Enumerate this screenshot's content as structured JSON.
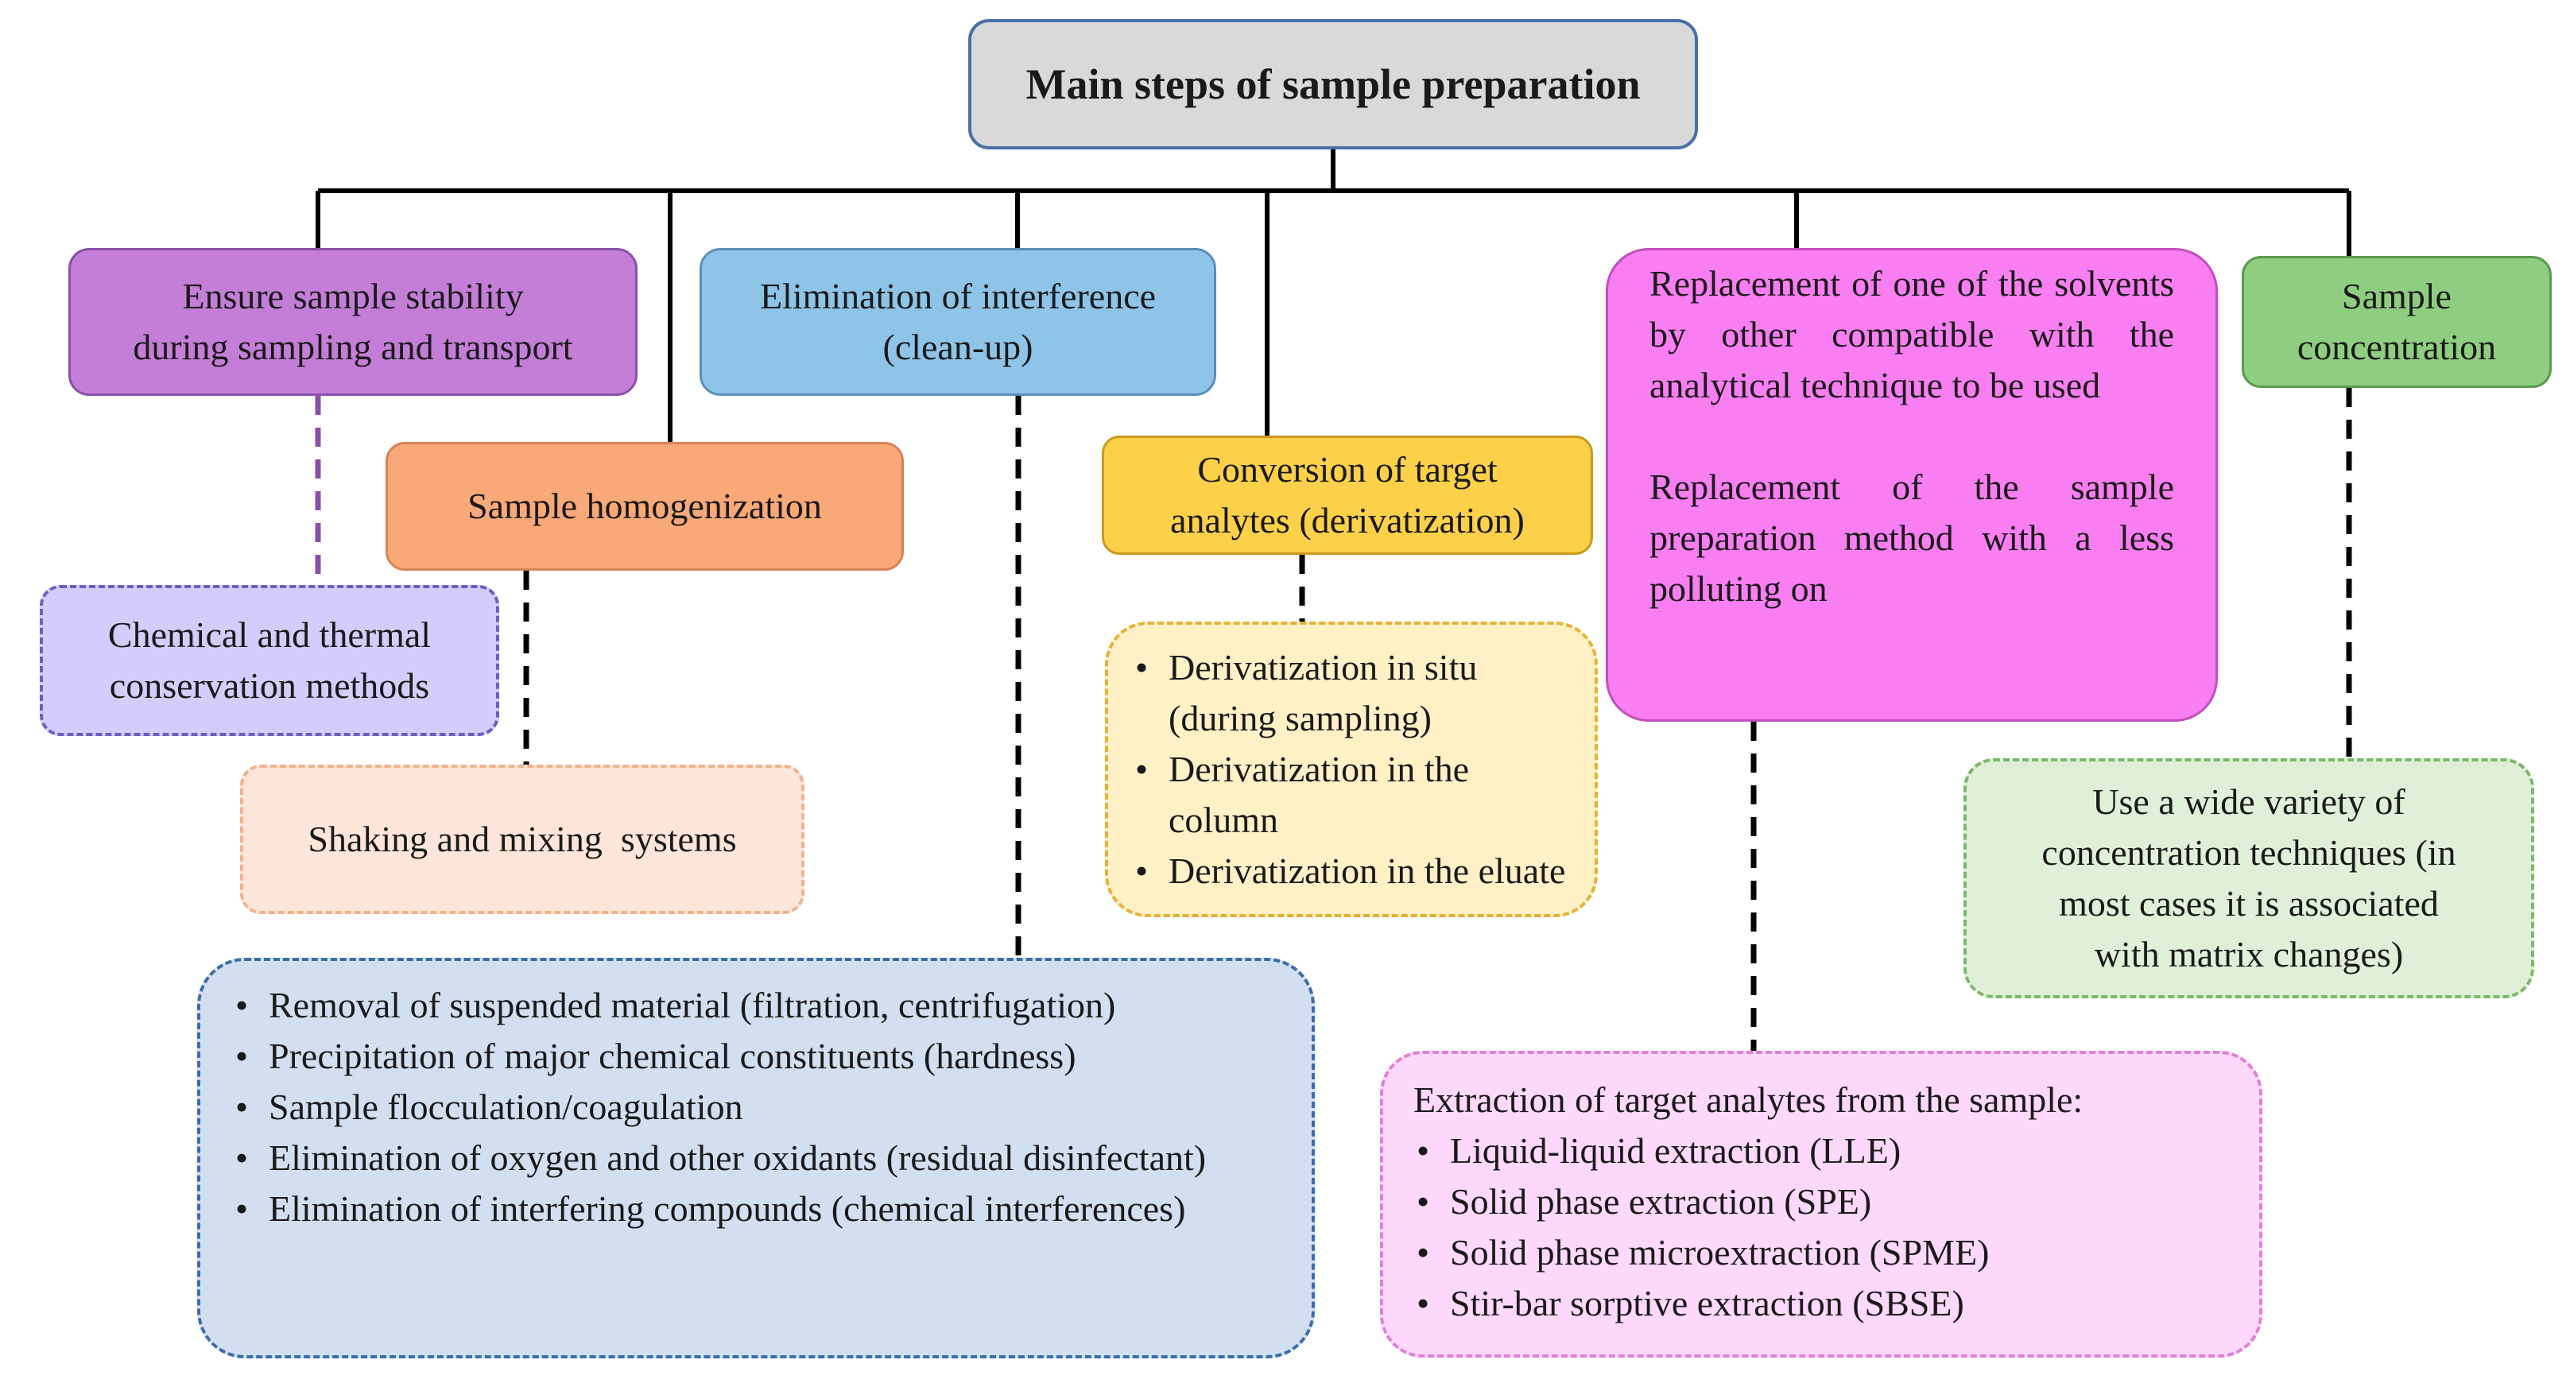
{
  "diagram": {
    "root": "Main steps of sample preparation",
    "steps": [
      {
        "id": "stability",
        "label": [
          "Ensure sample stability",
          "during sampling and transport"
        ],
        "fill": "#c47ed8",
        "border": "#8b4fa8"
      },
      {
        "id": "homogenization",
        "label": [
          "Sample homogenization"
        ],
        "fill": "#f9a878",
        "border": "#d9835a"
      },
      {
        "id": "interference",
        "label": [
          "Elimination of interference",
          "(clean-up)"
        ],
        "fill": "#8ec4e8",
        "border": "#5a8fb8"
      },
      {
        "id": "derivatization",
        "label": [
          "Conversion of target",
          "analytes (derivatization)"
        ],
        "fill": "#fdd04a",
        "border": "#c99a1c"
      },
      {
        "id": "replacement",
        "paragraphs": [
          "Replacement of one of the solvents by other compatible with the analytical technique to be used",
          "Replacement of the sample preparation method with a less polluting on"
        ],
        "fill": "#f97ef2",
        "border": "#c24fbc"
      },
      {
        "id": "concentration",
        "label": [
          "Sample",
          "concentration"
        ],
        "fill": "#8fce80",
        "border": "#5a9a4c"
      }
    ],
    "details": [
      {
        "id": "stability-detail",
        "label": [
          "Chemical and thermal",
          "conservation methods"
        ],
        "fill": "#d6ccfc",
        "border": "#6a60c0"
      },
      {
        "id": "homogenization-detail",
        "label": [
          "Shaking and mixing  systems"
        ],
        "fill": "#fde6d9",
        "border": "#f2b28e"
      },
      {
        "id": "interference-detail",
        "items": [
          "Removal of suspended material (filtration, centrifugation)",
          "Precipitation of major chemical constituents (hardness)",
          "Sample flocculation/coagulation",
          "Elimination of oxygen and other oxidants (residual disinfectant)",
          "Elimination of interfering compounds (chemical interferences)"
        ],
        "fill": "#d2dff0",
        "border": "#3a6ea8"
      },
      {
        "id": "derivatization-detail",
        "items": [
          "Derivatization in situ (during sampling)",
          "Derivatization in the column",
          "Derivatization in the eluate"
        ],
        "fill": "#fff0c6",
        "border": "#e6b236"
      },
      {
        "id": "replacement-detail",
        "intro": "Extraction of target analytes from the sample:",
        "items": [
          "Liquid-liquid extraction (LLE)",
          "Solid phase extraction (SPE)",
          "Solid phase microextraction (SPME)",
          "Stir-bar sorptive extraction (SBSE)"
        ],
        "fill": "#fdd8fa",
        "border": "#e080d8"
      },
      {
        "id": "concentration-detail",
        "label": [
          "Use a wide variety of",
          "concentration techniques (in",
          "most cases it is associated",
          "with matrix changes)"
        ],
        "fill": "#e0f0d8",
        "border": "#7ab86a"
      }
    ],
    "colors": {
      "connector": "#000000",
      "stability_dashed_connector": "#8b4fa8",
      "root_fill": "#d9d9d9",
      "root_border": "#4a6fa8"
    }
  }
}
